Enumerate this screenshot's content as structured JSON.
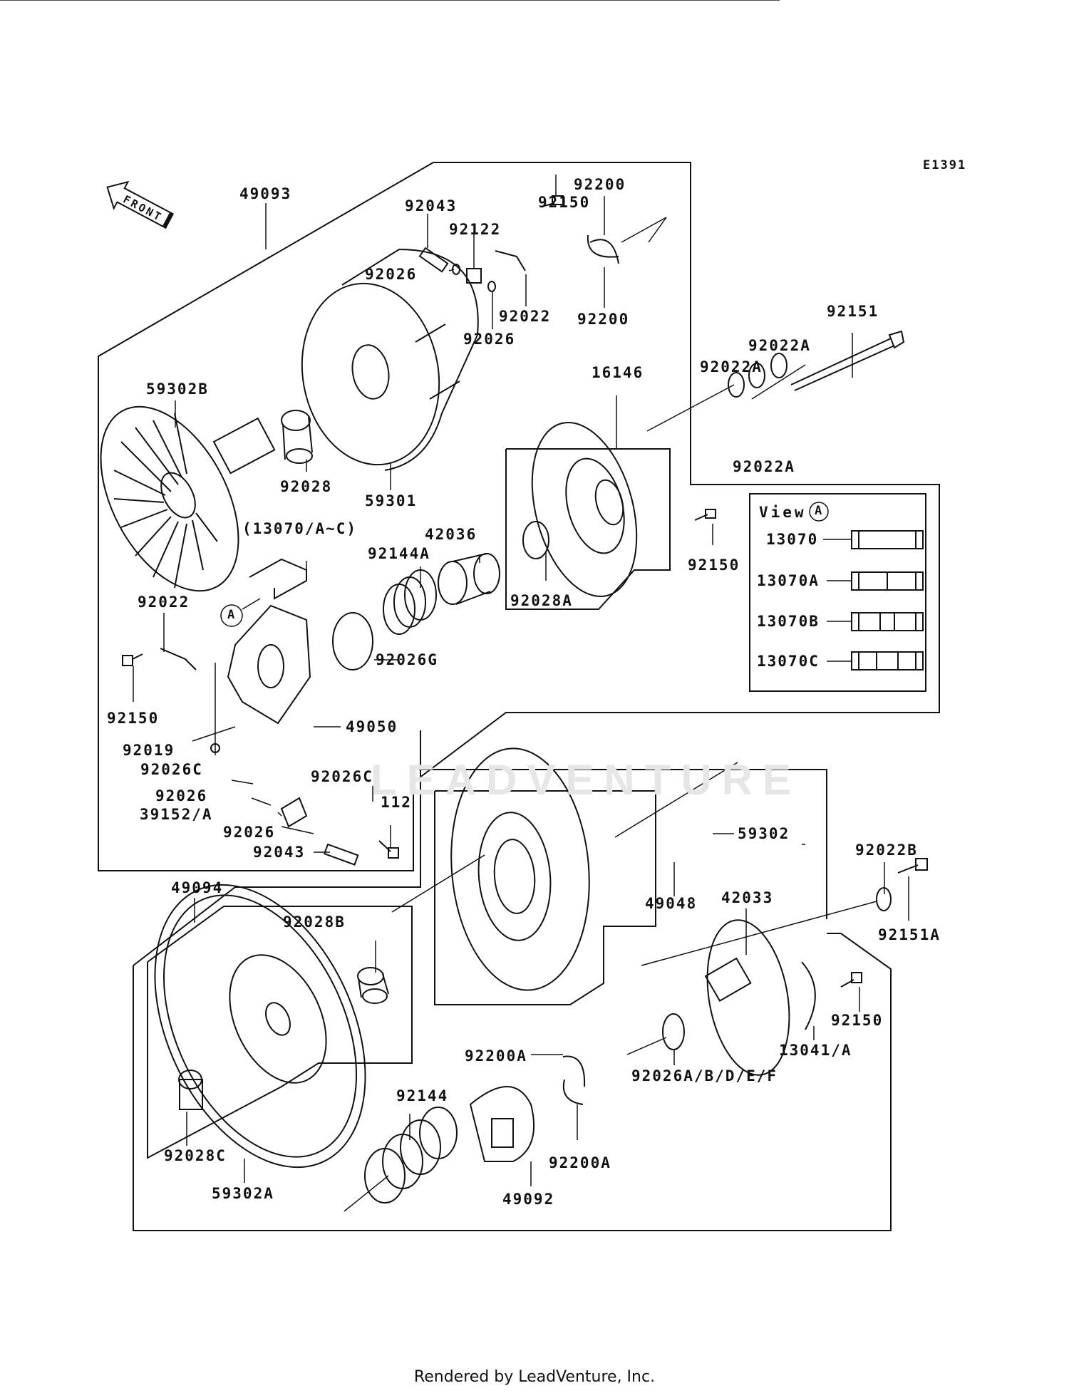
{
  "diagram": {
    "code": "E1391",
    "front_label": "FRONT",
    "view_title": "View",
    "view_marker": "A",
    "ref_marker": "A",
    "watermark": "LEADVENTURE",
    "footer": "Rendered by LeadVenture, Inc."
  },
  "parts": {
    "p49093": "49093",
    "p92043_top": "92043",
    "p92122": "92122",
    "p92150_top": "92150",
    "p92200_top": "92200",
    "p92026_a": "92026",
    "p92022_top": "92022",
    "p92026_b": "92026",
    "p92200_bot": "92200",
    "p92151": "92151",
    "p92022A_1": "92022A",
    "p92022A_2": "92022A",
    "p92022A_3": "92022A",
    "p16146": "16146",
    "p59302B": "59302B",
    "p92028": "92028",
    "p59301": "59301",
    "p13070_ac": "(13070/A~C)",
    "p42036": "42036",
    "p92144A": "92144A",
    "p92028A": "92028A",
    "p92150_mid": "92150",
    "p92022_left": "92022",
    "p92026G": "92026G",
    "p92150_left": "92150",
    "p49050": "49050",
    "p92019": "92019",
    "p92026C_a": "92026C",
    "p92026_c": "92026",
    "p39152A": "39152/A",
    "p92026_d": "92026",
    "p92043_bot": "92043",
    "p92026C_b": "92026C",
    "p112": "112",
    "p59302": "59302",
    "p49048": "49048",
    "p49094": "49094",
    "p92028B": "92028B",
    "p42033": "42033",
    "p92022B": "92022B",
    "p92151A": "92151A",
    "p92150_bot": "92150",
    "p13041A": "13041/A",
    "p92200A_a": "92200A",
    "p92026ABDEF": "92026A/B/D/E/F",
    "p92028C": "92028C",
    "p92144": "92144",
    "p92200A_b": "92200A",
    "p59302A": "59302A",
    "p49092": "49092"
  },
  "view_a": {
    "items": [
      "13070",
      "13070A",
      "13070B",
      "13070C"
    ]
  }
}
